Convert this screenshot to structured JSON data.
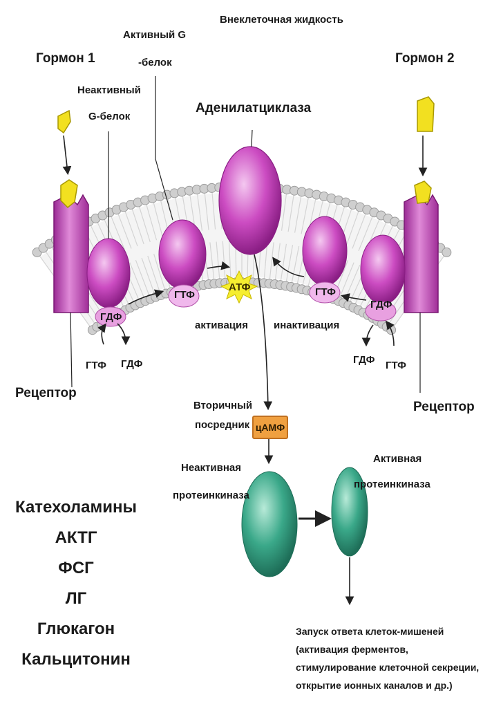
{
  "labels": {
    "extracellular": "Внеклеточная жидкость",
    "hormone1": "Гормон 1",
    "hormone2": "Гормон 2",
    "active_g_line1": "Активный G",
    "active_g_line2": "-белок",
    "inactive_g_line1": "Неактивный",
    "inactive_g_line2": "G-белок",
    "adenylate_cyclase": "Аденилатциклаза",
    "receptor_left": "Рецептор",
    "receptor_right": "Рецептор",
    "gtp": "ГТФ",
    "gdp": "ГДФ",
    "atp": "АТФ",
    "activation": "активация",
    "inactivation": "инактивация",
    "second_messenger_line1": "Вторичный",
    "second_messenger_line2": "посредник",
    "camp": "цАМФ",
    "inactive_pk_line1": "Неактивная",
    "inactive_pk_line2": "протеинкиназа",
    "active_pk_line1": "Активная",
    "active_pk_line2": "протеинкиназа"
  },
  "hormones": [
    "Катехоламины",
    "АКТГ",
    "ФСГ",
    "ЛГ",
    "Глюкагон",
    "Кальцитонин"
  ],
  "result": [
    "Запуск ответа клеток-мишеней",
    "(активация ферментов,",
    "стимулирование клеточной секреции,",
    "открытие ионных каналов и др.)"
  ],
  "colors": {
    "protein": "#c040b8",
    "protein_light": "#e8a0e0",
    "hormone": "#f2e020",
    "kinase": "#3aa889",
    "lipid_head": "#c8c8c8",
    "camp_box": "#f0a040"
  }
}
